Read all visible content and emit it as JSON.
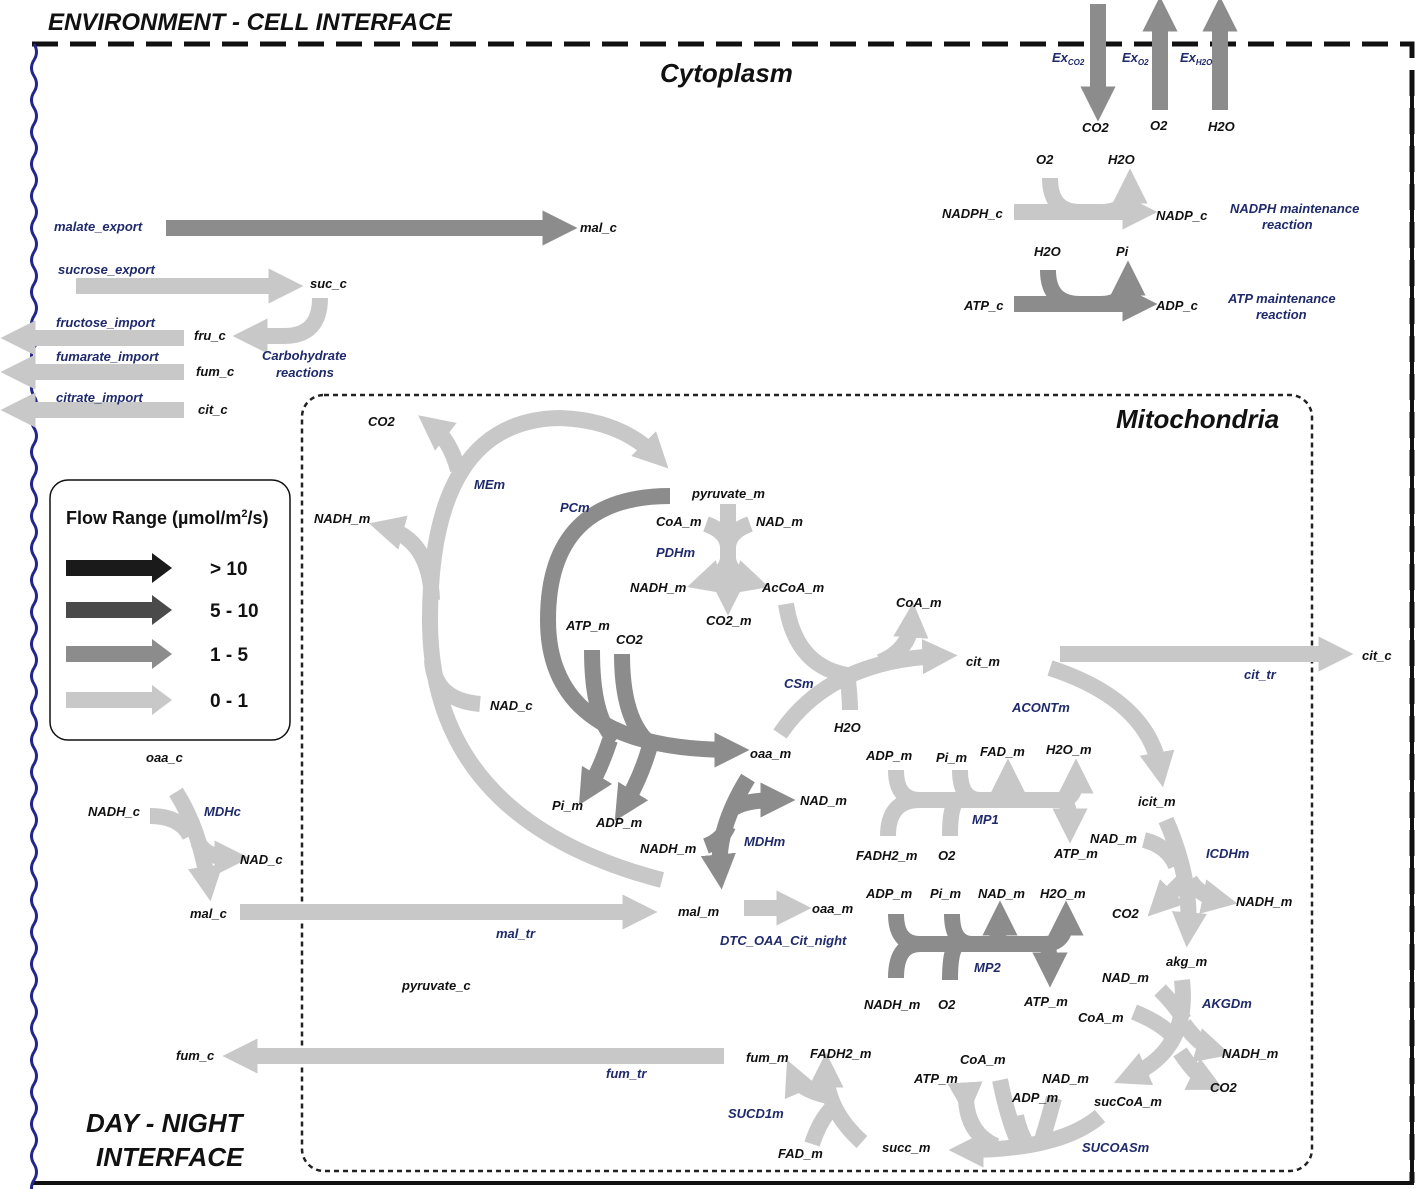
{
  "headers": {
    "env_cell": "ENVIRONMENT - CELL INTERFACE",
    "cytoplasm": "Cytoplasm",
    "mitochondria": "Mitochondria",
    "day_night_1": "DAY - NIGHT",
    "day_night_2": "INTERFACE"
  },
  "legend": {
    "title_pre": "Flow Range (µmol/m",
    "title_sup": "2",
    "title_post": "/s)",
    "items": [
      {
        "label": "> 10",
        "color": "#1a1a1a"
      },
      {
        "label": "5 - 10",
        "color": "#4a4a4a"
      },
      {
        "label": "1 - 5",
        "color": "#8c8c8c"
      },
      {
        "label": "0 - 1",
        "color": "#c8c8c8"
      }
    ]
  },
  "exchange": {
    "ex": "Ex",
    "co2_sub": "CO2",
    "o2_sub": "O2",
    "h2o_sub": "H2O",
    "co2": "CO2",
    "o2": "O2",
    "h2o": "H2O"
  },
  "maintenance": {
    "nadph": {
      "o2": "O2",
      "h2o": "H2O",
      "in": "NADPH_c",
      "out": "NADP_c",
      "name1": "NADPH maintenance",
      "name2": "reaction"
    },
    "atp": {
      "h2o": "H2O",
      "pi": "Pi",
      "in": "ATP_c",
      "out": "ADP_c",
      "name1": "ATP maintenance",
      "name2": "reaction"
    }
  },
  "cytoplasm": {
    "malate_export": "malate_export",
    "mal_c_top": "mal_c",
    "sucrose_export": "sucrose_export",
    "suc_c": "suc_c",
    "fructose_import": "fructose_import",
    "fru_c": "fru_c",
    "fumarate_import": "fumarate_import",
    "fum_c_top": "fum_c",
    "citrate_import": "citrate_import",
    "cit_c_left": "cit_c",
    "carb1": "Carbohydrate",
    "carb2": "reactions",
    "oaa_c": "oaa_c",
    "nadh_c": "NADH_c",
    "mdhc": "MDHc",
    "nad_c_bottom": "NAD_c",
    "mal_c": "mal_c",
    "mal_tr": "mal_tr",
    "pyruvate_c": "pyruvate_c",
    "fum_c": "fum_c",
    "fum_tr": "fum_tr",
    "cit_c_right": "cit_c",
    "cit_tr": "cit_tr"
  },
  "mito": {
    "co2_me": "CO2",
    "mem": "MEm",
    "nadh_me": "NADH_m",
    "nad_c": "NAD_c",
    "pyruvate_m": "pyruvate_m",
    "pcm": "PCm",
    "coa_pdh": "CoA_m",
    "nad_pdh": "NAD_m",
    "pdhm": "PDHm",
    "nadh_pdh": "NADH_m",
    "accoa": "AcCoA_m",
    "co2_pdh": "CO2_m",
    "atp_pc": "ATP_m",
    "co2_pc": "CO2",
    "pi_pc": "Pi_m",
    "adp_pc": "ADP_m",
    "oaa_m": "oaa_m",
    "coa_cs": "CoA_m",
    "csm": "CSm",
    "h2o_cs": "H2O",
    "cit_m": "cit_m",
    "acontm": "ACONTm",
    "nad_mdh": "NAD_m",
    "nadh_mdh": "NADH_m",
    "mdhm": "MDHm",
    "mal_m": "mal_m",
    "oaa_m2": "oaa_m",
    "dtc": "DTC_OAA_Cit_night",
    "mp1": {
      "adp": "ADP_m",
      "pi": "Pi_m",
      "fad": "FAD_m",
      "h2o": "H2O_m",
      "name": "MP1",
      "fadh2": "FADH2_m",
      "o2": "O2",
      "atp": "ATP_m"
    },
    "mp2": {
      "adp": "ADP_m",
      "pi": "Pi_m",
      "nad": "NAD_m",
      "h2o": "H2O_m",
      "name": "MP2",
      "nadh": "NADH_m",
      "o2": "O2",
      "atp": "ATP_m"
    },
    "icit_m": "icit_m",
    "nad_icd": "NAD_m",
    "icdhm": "ICDHm",
    "co2_icd": "CO2",
    "nadh_icd": "NADH_m",
    "akg_m": "akg_m",
    "nad_akg": "NAD_m",
    "akgdm": "AKGDm",
    "coa_akg": "CoA_m",
    "nadh_akg": "NADH_m",
    "co2_akg": "CO2",
    "succoa_m": "sucCoA_m",
    "coa_sucoa": "CoA_m",
    "atp_sucoa": "ATP_m",
    "nad_sucoa": "NAD_m",
    "adp_sucoa": "ADP_m",
    "sucoasm": "SUCOASm",
    "succ_m": "succ_m",
    "fum_m": "fum_m",
    "fadh2_sucd": "FADH2_m",
    "sucd1m": "SUCD1m",
    "fad_sucd": "FAD_m"
  }
}
